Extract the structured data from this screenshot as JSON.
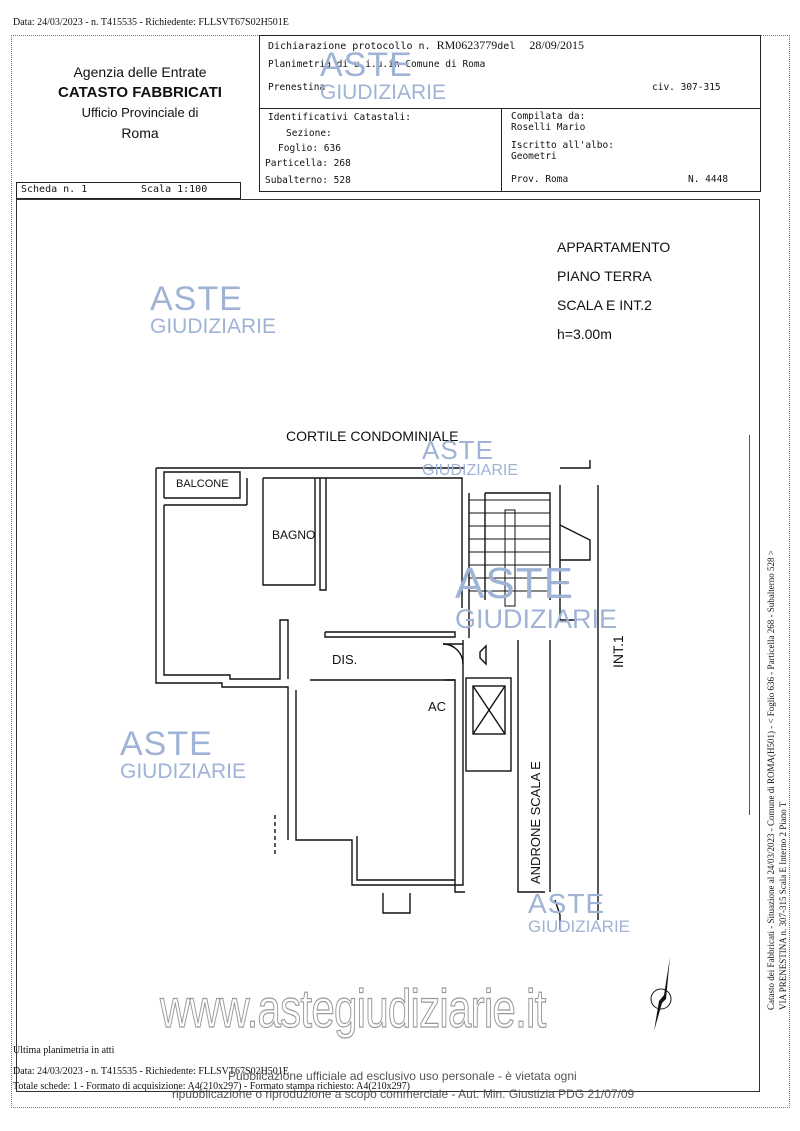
{
  "header_line": "Data: 24/03/2023 - n. T415535 - Richiedente: FLLSVT67S02H501E",
  "agency": {
    "name": "Agenzia delle Entrate",
    "dept": "CATASTO FABBRICATI",
    "office": "Ufficio Provinciale di",
    "city": "Roma"
  },
  "declaration": {
    "label": "Dichiarazione protocollo n.",
    "number": "RM0623779",
    "del": "del",
    "date": "28/09/2015"
  },
  "planimetry": {
    "line": "Planimetria di u.i.u.in Comune di Roma",
    "street": "Prenestina",
    "civ": "civ. 307-315"
  },
  "identifiers": {
    "title": "Identificativi Catastali:",
    "sezione": "Sezione:",
    "foglio": "Foglio: 636",
    "particella": "Particella: 268",
    "subalterno": "Subalterno: 528"
  },
  "compiler": {
    "compilata_label": "Compilata da:",
    "compilata_name": "Roselli Mario",
    "iscritto_label": "Iscritto all'albo:",
    "iscritto_value": "Geometri",
    "prov": "Prov. Roma",
    "num": "N. 4448"
  },
  "scheda": {
    "label": "Scheda n. 1",
    "scala": "Scala 1:100"
  },
  "plan": {
    "title_lines": [
      "APPARTAMENTO",
      "PIANO TERRA",
      "SCALA E  INT.2",
      "h=3.00m"
    ],
    "cortile": "CORTILE CONDOMINIALE",
    "balcone": "BALCONE",
    "bagno": "BAGNO",
    "dis": "DIS.",
    "ac": "AC",
    "int1": "INT.1",
    "androne": "ANDRONE SCALA E"
  },
  "side_text": [
    "Catasto dei Fabbricati - Situazione al 24/03/2023 - Comune di ROMA(H501) - < Foglio 636 - Particella 268 - Subalterno 528 >",
    "VIA PRENESTINA n. 307-315  Scala E Interno 2 Piano T"
  ],
  "footer": {
    "ultima": "Ultima planimetria in atti",
    "data_line": "Data: 24/03/2023 - n. T415535 - Richiedente: FLLSVT67S02H501E",
    "totale_line": "Totale schede: 1 - Formato di acquisizione: A4(210x297) - Formato stampa richiesto: A4(210x297)",
    "pub1": "Pubblicazione ufficiale ad esclusivo uso personale - è vietata ogni",
    "pub2": "ripubblicazione o riproduzione a scopo commerciale - Aut. Min. Giustizia PDG 21/07/09",
    "site": "www.astegiudiziarie.it"
  },
  "watermark": {
    "aste": "ASTE",
    "giudiziarie": "GIUDIZIARIE"
  },
  "colors": {
    "watermark": "#9fb3d6",
    "ink": "#111111"
  }
}
